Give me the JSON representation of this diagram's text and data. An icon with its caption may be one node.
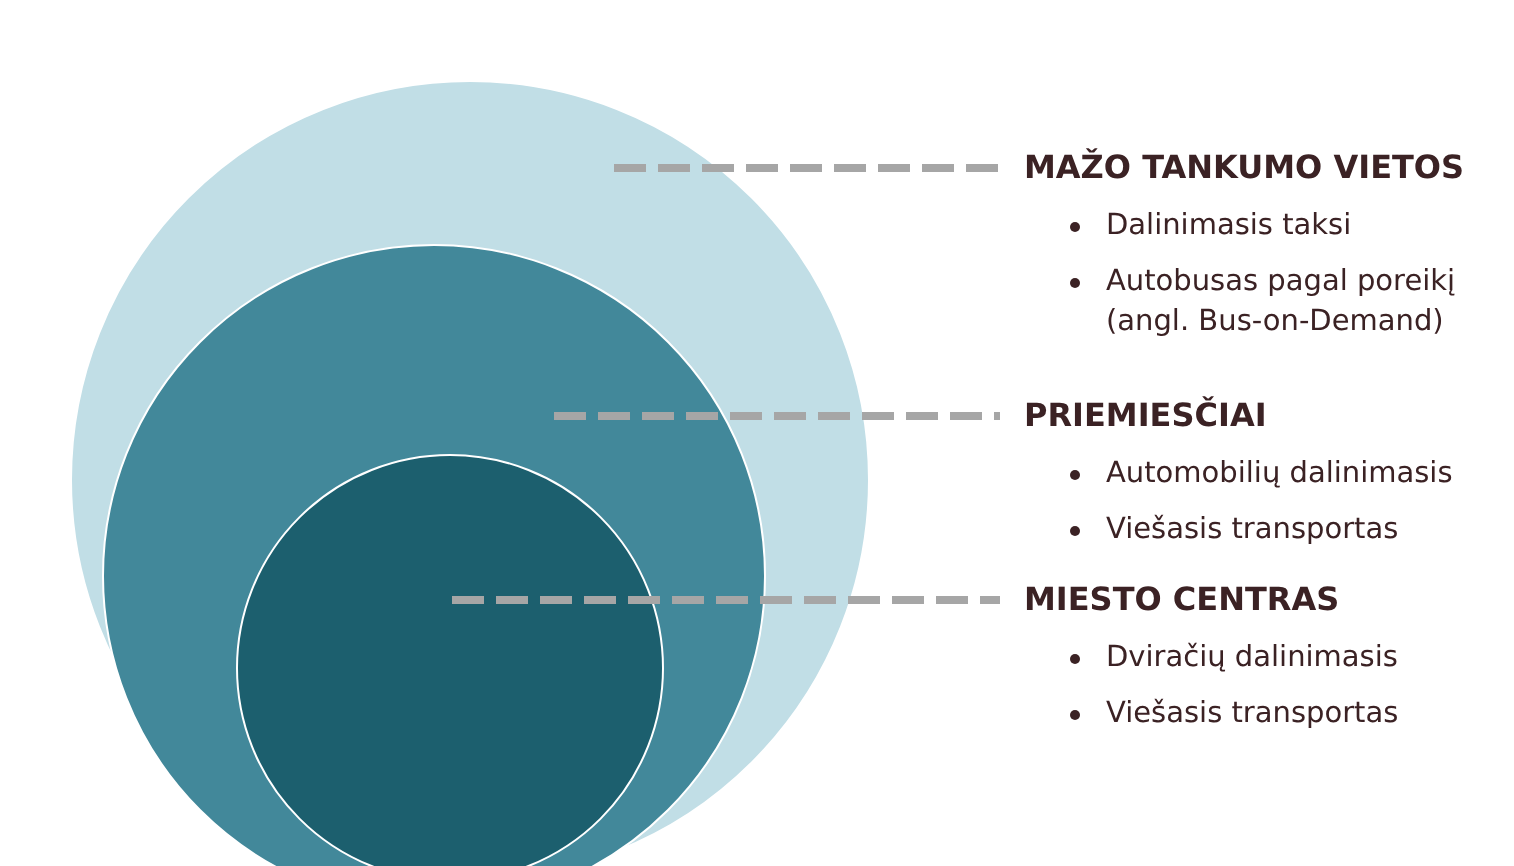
{
  "diagram": {
    "nodes": [
      {
        "text": [],
        "shape": "circle"
      },
      {
        "text": [],
        "shape": "circle",
        "in": 0
      },
      {
        "text": [],
        "shape": "circle",
        "in": 1
      },
      {
        "text": [
          "MAŽO TANKUMO VIETOS",
          "Dalinimasis taksi",
          "Autobusas pagal poreikį (angl. Bus-on-Demand)"
        ]
      },
      {
        "text": [
          "PRIEMIESČIAI",
          "Automobilių dalinimasis",
          "Viešasis transportas"
        ]
      },
      {
        "text": [
          "MIESTO CENTRAS",
          "Dviračių dalinimasis",
          "Viešasis transportas"
        ]
      }
    ],
    "edges": [
      {
        "from": 0,
        "to": 3,
        "arrow": "none",
        "style": "dashed"
      },
      {
        "from": 1,
        "to": 4,
        "arrow": "none",
        "style": "dashed"
      },
      {
        "from": 2,
        "to": 5,
        "arrow": "none",
        "style": "dashed"
      }
    ]
  }
}
